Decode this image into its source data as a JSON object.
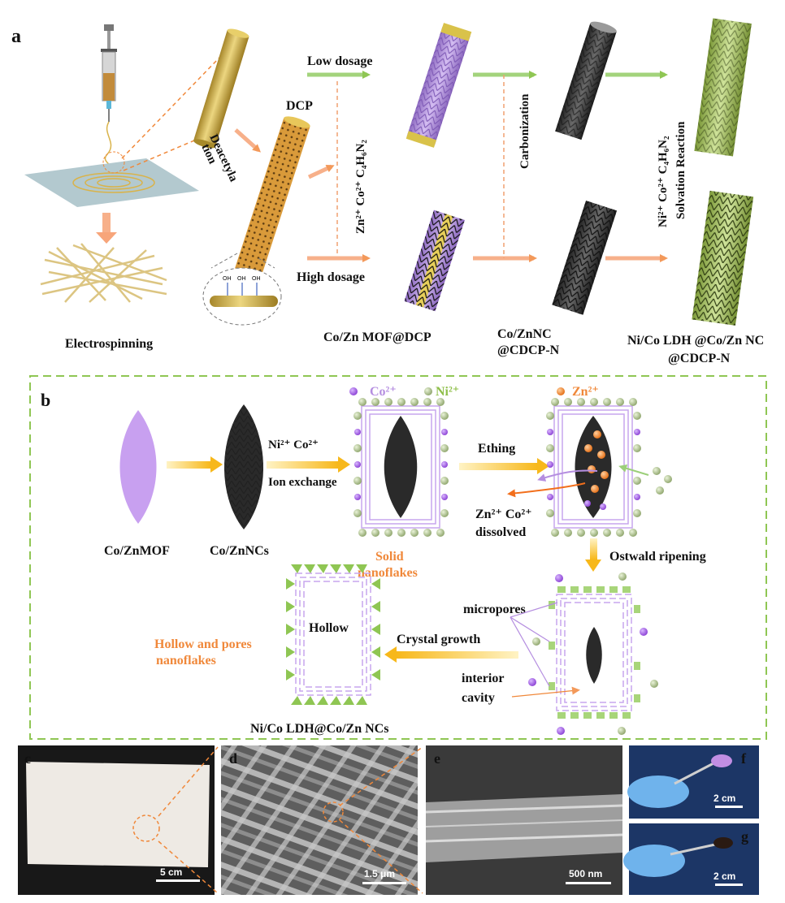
{
  "panel_a": {
    "letter": "a",
    "electrospinning": "Electrospinning",
    "deacetylation_1": "Deacetyla",
    "deacetylation_2": "tion",
    "dcp": "DCP",
    "low_dosage": "Low dosage",
    "high_dosage": "High dosage",
    "reagents_1": "Zn²⁺ Co²⁺ C₄H₆N₂",
    "carbonization": "Carbonization",
    "reagents_2": "Ni²⁺ Co²⁺ C₄H₆N₂",
    "solvation": "Solvation Reaction",
    "product_1": "Co/Zn MOF@DCP",
    "product_2a": "Co/ZnNC",
    "product_2b": "@CDCP-N",
    "product_3a": "Ni/Co LDH @Co/Zn NC",
    "product_3b": "@CDCP-N",
    "oh": "OH"
  },
  "panel_b": {
    "letter": "b",
    "co_znmof": "Co/ZnMOF",
    "co_znncs": "Co/ZnNCs",
    "ni_co": "Ni²⁺ Co²⁺",
    "ion_exchange": "Ion exchange",
    "co2": "Co²⁺",
    "ni2": "Ni²⁺",
    "zn2": "Zn²⁺",
    "solid_1": "Solid",
    "solid_2": "nanoflakes",
    "ething": "Ething",
    "dissolved_1": "Zn²⁺ Co²⁺",
    "dissolved_2": "dissolved",
    "ostwald": "Ostwald ripening",
    "micropores": "micropores",
    "interior_1": "interior",
    "interior_2": "cavity",
    "crystal_growth": "Crystal growth",
    "hollow": "Hollow",
    "hollow_pores_1": "Hollow and pores",
    "hollow_pores_2": "nanoflakes",
    "final": "Ni/Co LDH@Co/Zn NCs"
  },
  "photos": {
    "c": "c",
    "c_scale": "5 cm",
    "d": "d",
    "d_scale": "1.5 μm",
    "e": "e",
    "e_scale": "500 nm",
    "f": "f",
    "f_scale": "2 cm",
    "g": "g",
    "g_scale": "2 cm"
  }
}
